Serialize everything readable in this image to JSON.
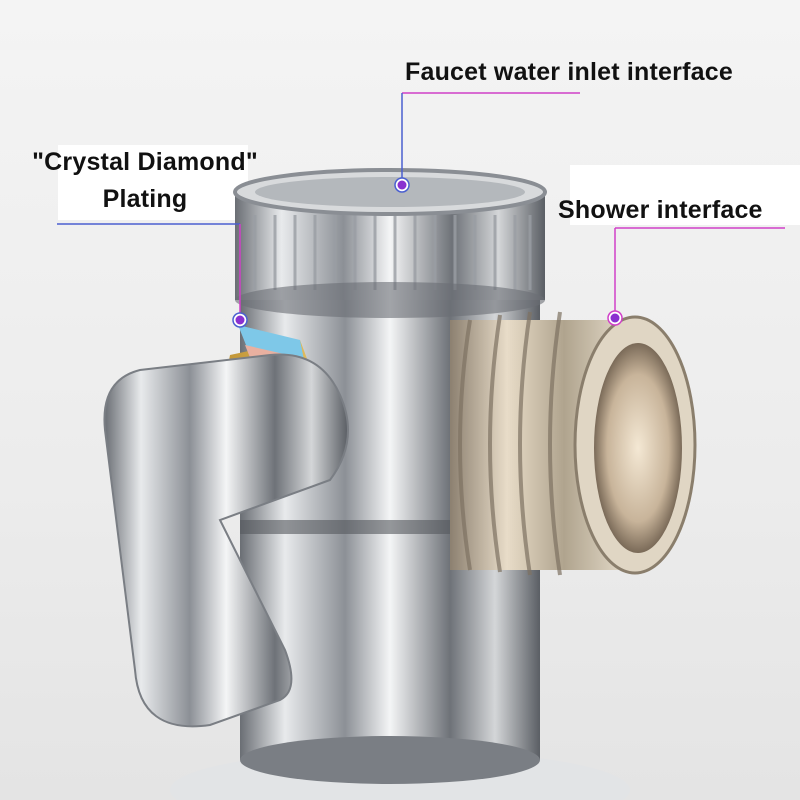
{
  "labels": {
    "faucet_inlet": "Faucet water inlet interface",
    "plating_line1": "\"Crystal Diamond\"",
    "plating_line2": "Plating",
    "shower": "Shower interface"
  },
  "colors": {
    "leader_blue": "#4a5fd0",
    "leader_magenta": "#d040c8",
    "chrome": "#c8ccd0",
    "brass": "#d8b050"
  }
}
